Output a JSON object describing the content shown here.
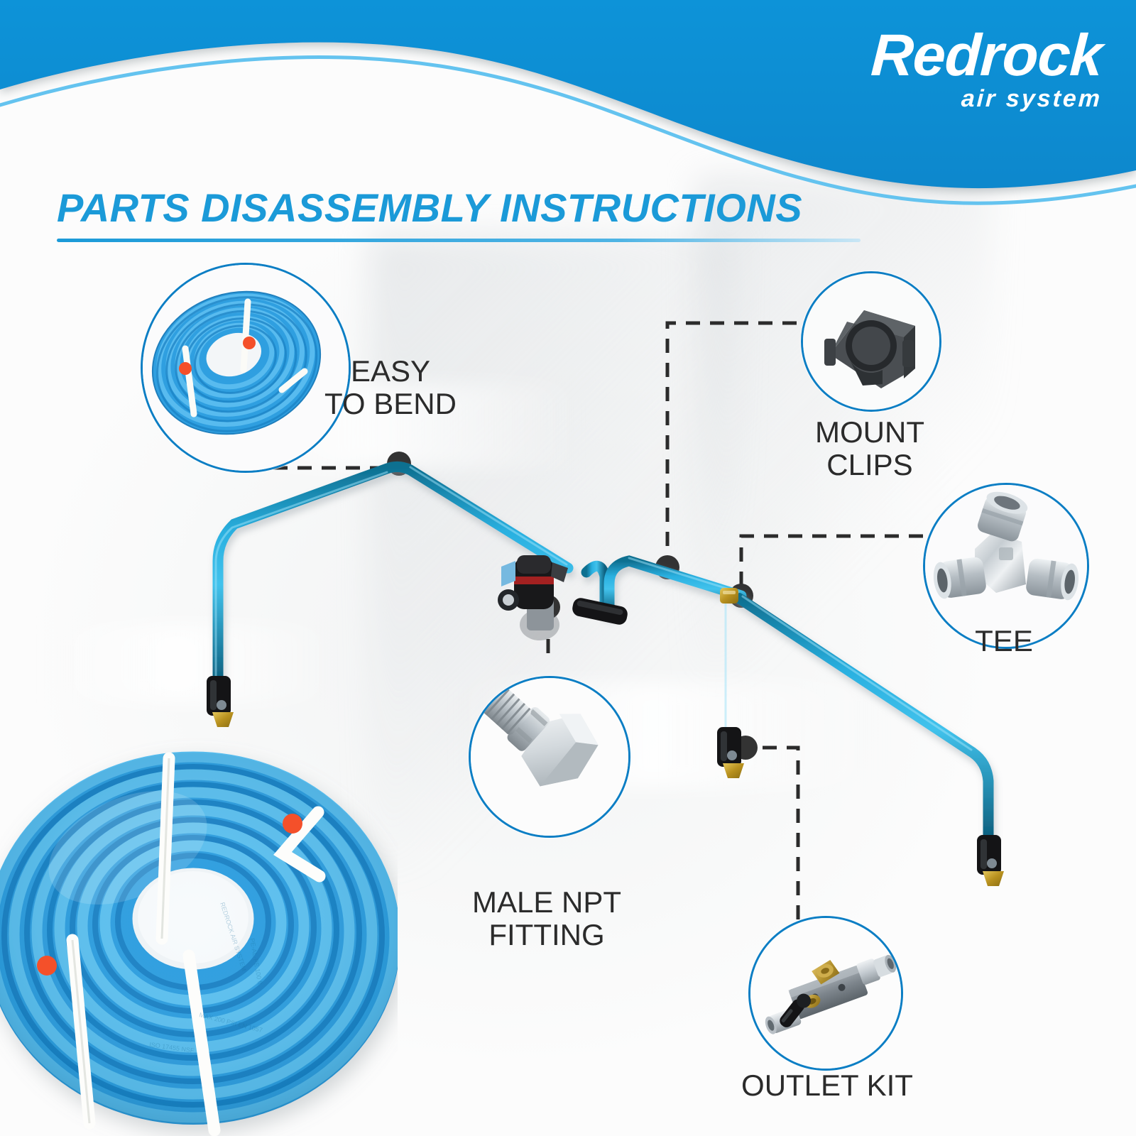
{
  "header": {
    "brand_name": "Redrock",
    "brand_tagline": "air system",
    "bg_color": "#0d8fd4",
    "accent_line_color": "#5cc0ee"
  },
  "title": {
    "text": "PARTS DISASSEMBLY INSTRUCTIONS",
    "color": "#1b9ad8"
  },
  "callouts": [
    {
      "id": "easy-to-bend",
      "label": "EASY\nTO BEND",
      "image": "blue-hose-coil-small",
      "ring_color": "#0c7ec4"
    },
    {
      "id": "mount-clips",
      "label": "MOUNT\nCLIPS",
      "image": "black-mount-clip",
      "ring_color": "#0c7ec4"
    },
    {
      "id": "tee",
      "label": "TEE",
      "image": "chrome-tee-fitting",
      "ring_color": "#0c7ec4"
    },
    {
      "id": "male-npt-fitting",
      "label": "MALE NPT\nFITTING",
      "image": "chrome-male-npt-fitting",
      "ring_color": "#0c7ec4"
    },
    {
      "id": "outlet-kit",
      "label": "OUTLET KIT",
      "image": "grey-outlet-manifold",
      "ring_color": "#0c7ec4"
    }
  ],
  "diagram": {
    "tubing_color": "#1b9fd4",
    "tubing_shadow_color": "#0d5f7d",
    "fitting_body_color": "#1a1a1a",
    "fitting_brass_color": "#c8a22a",
    "valve_accent_color": "#b32424"
  },
  "hero": {
    "image": "large-blue-air-hose-coil",
    "hose_color": "#2f9fe0",
    "strap_color": "#fdfdfb",
    "end_cap_color": "#f4502a"
  }
}
